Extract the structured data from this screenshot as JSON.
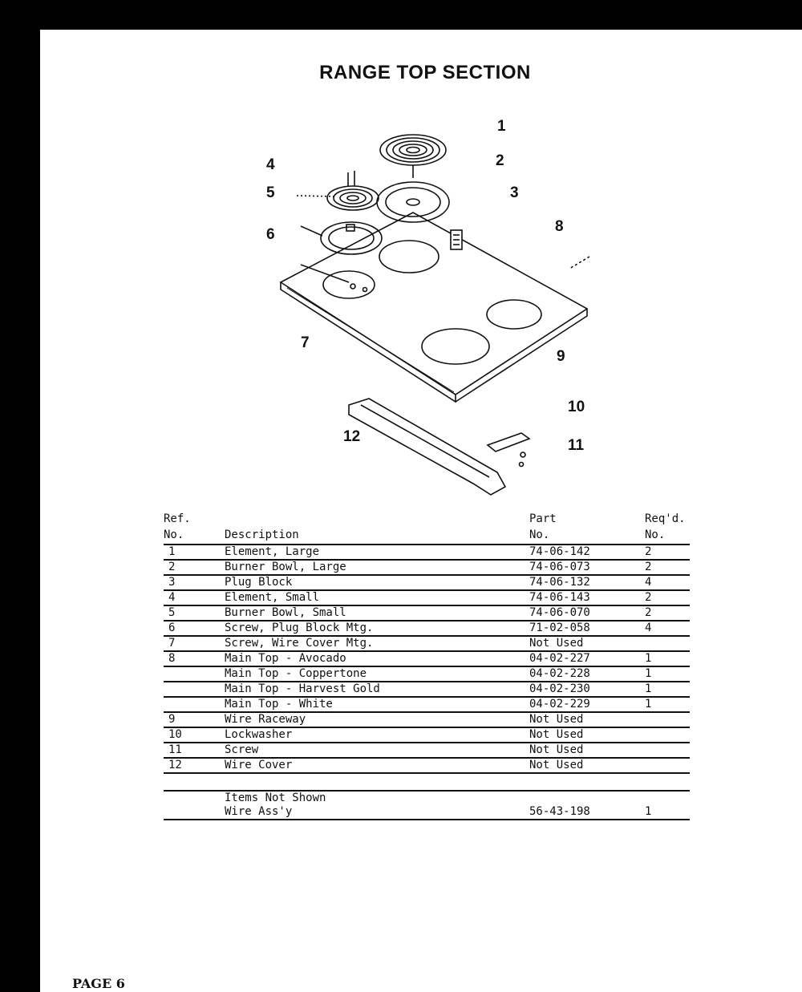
{
  "title": "RANGE TOP SECTION",
  "callouts": [
    "1",
    "2",
    "3",
    "4",
    "5",
    "6",
    "7",
    "8",
    "9",
    "10",
    "11",
    "12"
  ],
  "table": {
    "headers": {
      "ref_line1": "Ref.",
      "ref_line2": "No.",
      "desc": "Description",
      "part_line1": "Part",
      "part_line2": "No.",
      "qty_line1": "Req'd.",
      "qty_line2": "No."
    },
    "rows": [
      {
        "ref": "1",
        "desc": "Element, Large",
        "part": "74-06-142",
        "qty": "2"
      },
      {
        "ref": "2",
        "desc": "Burner Bowl, Large",
        "part": "74-06-073",
        "qty": "2"
      },
      {
        "ref": "3",
        "desc": "Plug Block",
        "part": "74-06-132",
        "qty": "4"
      },
      {
        "ref": "4",
        "desc": "Element, Small",
        "part": "74-06-143",
        "qty": "2"
      },
      {
        "ref": "5",
        "desc": "Burner Bowl, Small",
        "part": "74-06-070",
        "qty": "2"
      },
      {
        "ref": "6",
        "desc": "Screw, Plug Block Mtg.",
        "part": "71-02-058",
        "qty": "4"
      },
      {
        "ref": "7",
        "desc": "Screw, Wire Cover Mtg.",
        "part": "Not Used",
        "qty": ""
      },
      {
        "ref": "8",
        "desc": "Main Top - Avocado",
        "part": "04-02-227",
        "qty": "1"
      },
      {
        "ref": "",
        "desc": "Main Top - Coppertone",
        "part": "04-02-228",
        "qty": "1"
      },
      {
        "ref": "",
        "desc": "Main Top - Harvest Gold",
        "part": "04-02-230",
        "qty": "1"
      },
      {
        "ref": "",
        "desc": "Main Top - White",
        "part": "04-02-229",
        "qty": "1"
      },
      {
        "ref": "9",
        "desc": "Wire Raceway",
        "part": "Not Used",
        "qty": ""
      },
      {
        "ref": "10",
        "desc": "Lockwasher",
        "part": "Not Used",
        "qty": ""
      },
      {
        "ref": "11",
        "desc": "Screw",
        "part": "Not Used",
        "qty": ""
      },
      {
        "ref": "12",
        "desc": "Wire Cover",
        "part": "Not Used",
        "qty": ""
      }
    ],
    "not_shown_heading": "Items Not Shown",
    "not_shown": {
      "desc": "Wire Ass'y",
      "part": "56-43-198",
      "qty": "1"
    }
  },
  "footer": "PAGE 6"
}
